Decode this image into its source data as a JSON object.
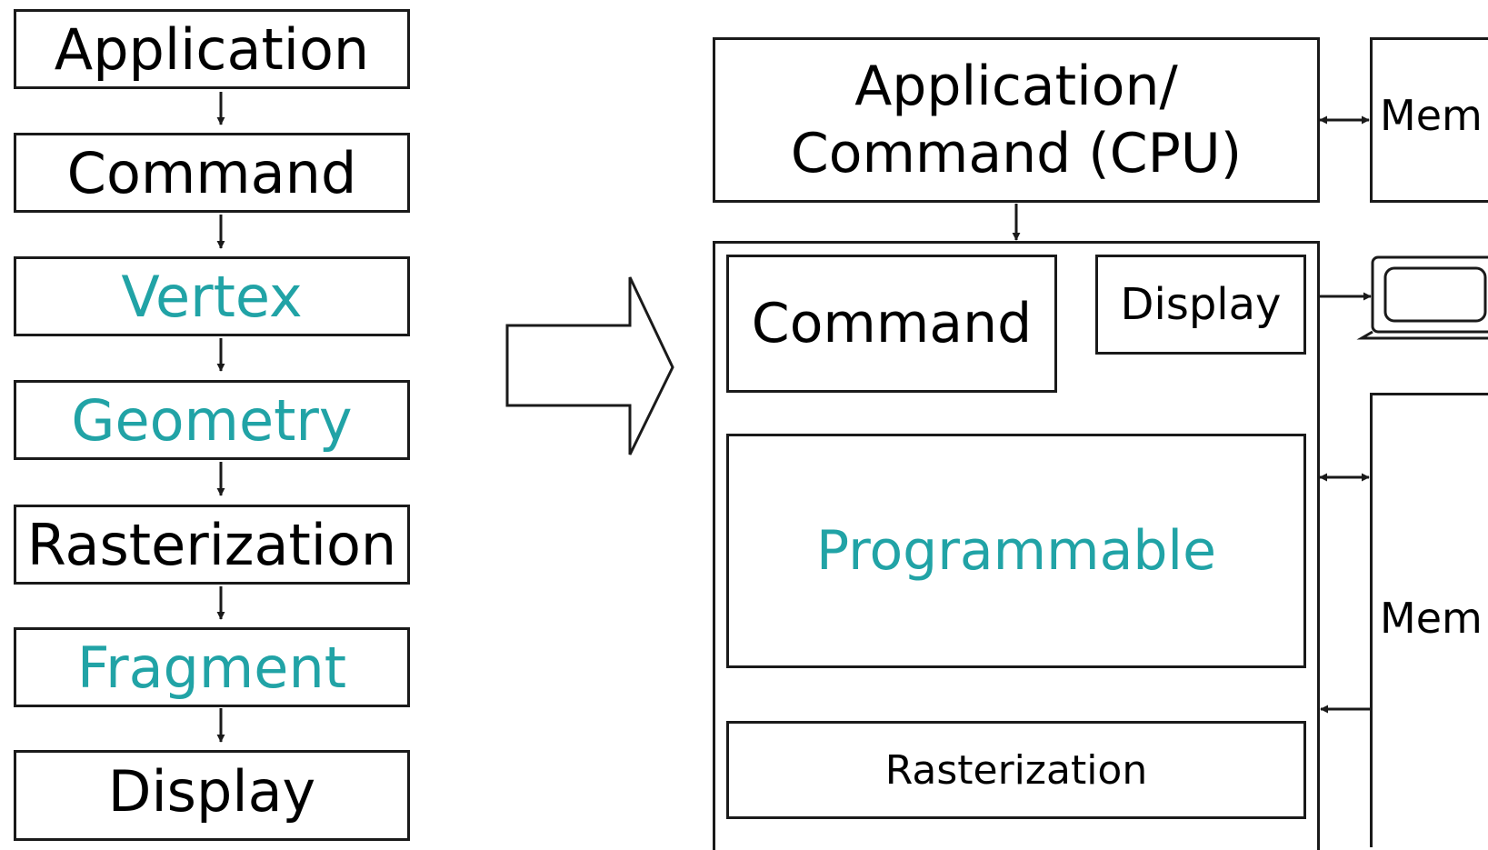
{
  "left_pipeline": {
    "stages": [
      {
        "label": "Application",
        "programmable": false
      },
      {
        "label": "Command",
        "programmable": false
      },
      {
        "label": "Vertex",
        "programmable": true
      },
      {
        "label": "Geometry",
        "programmable": true
      },
      {
        "label": "Rasterization",
        "programmable": false
      },
      {
        "label": "Fragment",
        "programmable": true
      },
      {
        "label": "Display",
        "programmable": false
      }
    ]
  },
  "right_architecture": {
    "cpu_box": {
      "line1": "Application/",
      "line2": "Command (CPU)"
    },
    "gpu": {
      "command": "Command",
      "display": "Display",
      "programmable": "Programmable",
      "rasterization": "Rasterization"
    },
    "cpu_memory_label": "Mem",
    "gpu_memory_label": "Mem"
  },
  "colors": {
    "programmable": "#21a3a6",
    "text": "#000000",
    "border": "#1a1a1a"
  },
  "icons": [
    "big-right-arrow-icon",
    "monitor-icon"
  ]
}
